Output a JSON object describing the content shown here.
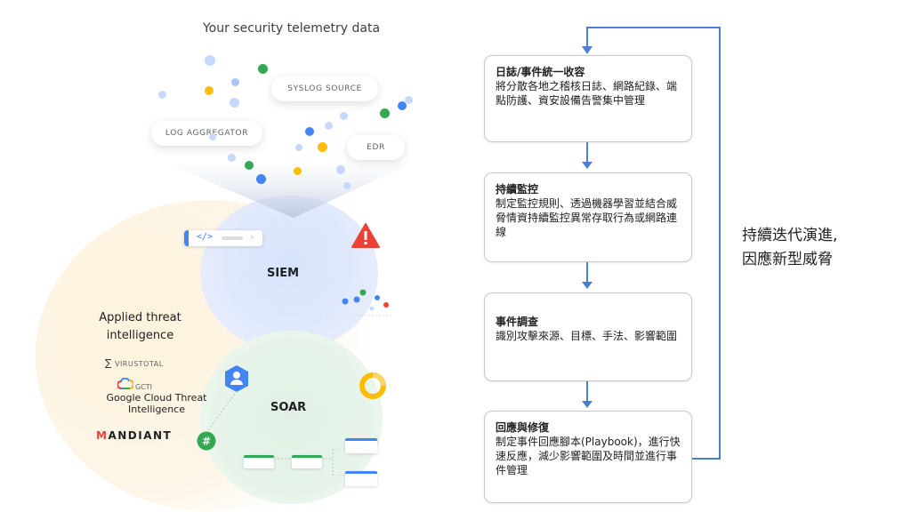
{
  "diagram": {
    "title": "Your security telemetry data",
    "sources": [
      "SYSLOG SOURCE",
      "LOG AGGREGATOR",
      "EDR"
    ],
    "siem_label": "SIEM",
    "soar_label": "SOAR",
    "applied_threat_intelligence": "Applied threat intelligence",
    "partners": {
      "virustotal": "VIRUSTOTAL",
      "gcti": "GCTI",
      "google_cloud": "Google Cloud Threat Intelligence",
      "mandiant": "MANDIANT"
    },
    "code_chip_text": "</>"
  },
  "flow": {
    "steps": [
      {
        "heading": "日誌/事件統一收容",
        "body": "將分散各地之稽核日誌、網路紀錄、端點防護、資安設備告警集中管理"
      },
      {
        "heading": "持續監控",
        "body": "制定監控規則、透過機器學習並結合威脅情資持續監控異常存取行為或網路連線"
      },
      {
        "heading": "事件調查",
        "body": "識別攻擊來源、目標、手法、影響範圍"
      },
      {
        "heading": "回應與修復",
        "body": "制定事件回應腳本(Playbook)，進行快速反應，減少影響範圍及時間並進行事件管理"
      }
    ],
    "loop_label_line1": "持續迭代演進,",
    "loop_label_line2": "因應新型威脅"
  },
  "colors": {
    "blue": "#4285f4",
    "green": "#34a853",
    "yellow": "#fbbc04",
    "red": "#ea4335",
    "arrow": "#4a7fd4"
  }
}
